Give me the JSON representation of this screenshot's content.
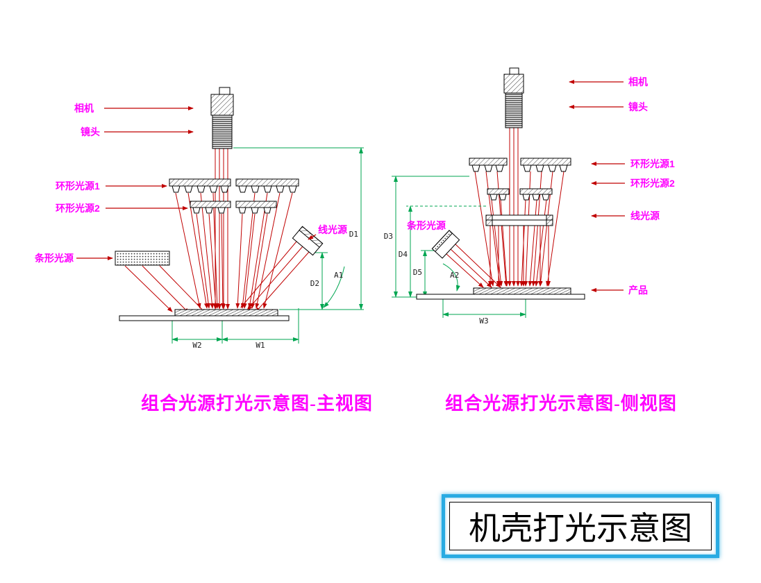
{
  "front_view": {
    "caption": "组合光源打光示意图-主视图",
    "labels": {
      "camera": "相机",
      "lens": "镜头",
      "ring1": "环形光源1",
      "ring2": "环形光源2",
      "bar": "条形光源",
      "line": "线光源"
    },
    "dimensions": {
      "d1": "D1",
      "d2": "D2",
      "a1": "A1",
      "w1": "W1",
      "w2": "W2"
    }
  },
  "side_view": {
    "caption": "组合光源打光示意图-侧视图",
    "labels": {
      "camera": "相机",
      "lens": "镜头",
      "ring1": "环形光源1",
      "ring2": "环形光源2",
      "line": "线光源",
      "bar": "条形光源",
      "product": "产品"
    },
    "dimensions": {
      "d3": "D3",
      "d4": "D4",
      "d5": "D5",
      "a2": "A2",
      "w3": "W3"
    }
  },
  "footer": {
    "title": "机壳打光示意图"
  },
  "colors": {
    "label_text": "#FF00FF",
    "ray_line": "#C00000",
    "dimension_line": "#00A651",
    "outline": "#000000",
    "footer_border": "#29ABE2"
  }
}
